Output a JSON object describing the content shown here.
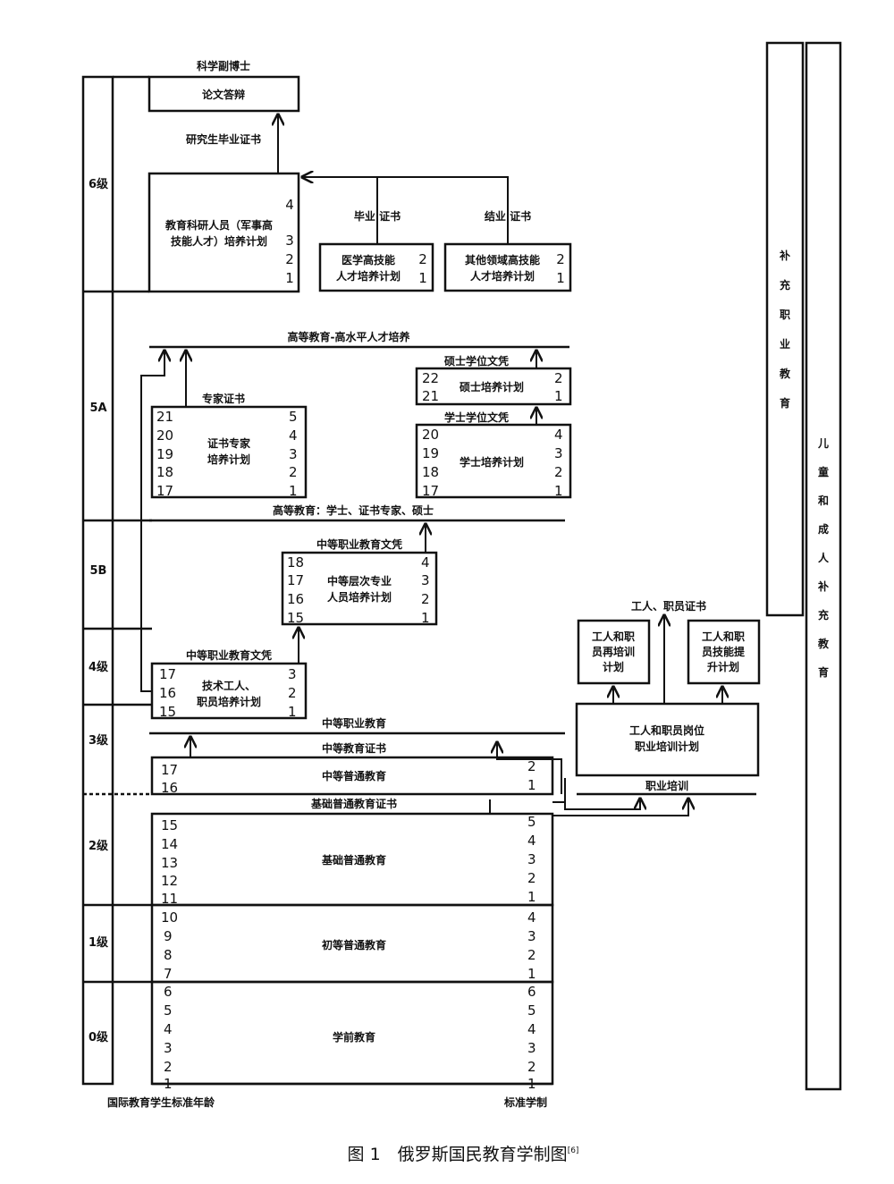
{
  "caption": "图 1　俄罗斯国民教育学制图",
  "caption_ref": "[6]",
  "levels": [
    "6级",
    "5A",
    "5B",
    "4级",
    "3级",
    "2级",
    "1级",
    "0级"
  ],
  "bottom_left_label": "国际教育学生标准年龄",
  "bottom_right_label": "标准学制",
  "side_supplementary_vocational": "补充职业教育",
  "side_child_adult": "儿童和成人补充教育",
  "level6": {
    "top_title": "科学副博士",
    "defense_box": "论文答辩",
    "grad_certificate": "研究生毕业证书",
    "research_box_line1": "教育科研人员（军事高",
    "research_box_line2": "技能人才）培养计划",
    "research_years": [
      "4",
      "3",
      "2",
      "1"
    ],
    "graduation_cert": "毕业 证书",
    "completion_cert": "结业 证书",
    "medical_line1": "医学高技能",
    "medical_line2": "人才培养计划",
    "medical_years": [
      "2",
      "1"
    ],
    "other_line1": "其他领域高技能",
    "other_line2": "人才培养计划",
    "other_years": [
      "2",
      "1"
    ]
  },
  "level5a": {
    "higher_top": "高等教育-高水平人才培养",
    "master_diploma": "硕士学位文凭",
    "master_box": "硕士培养计划",
    "master_ages": [
      "22",
      "21"
    ],
    "master_years": [
      "2",
      "1"
    ],
    "bachelor_diploma": "学士学位文凭",
    "bachelor_box": "学士培养计划",
    "bachelor_ages": [
      "20",
      "19",
      "18",
      "17"
    ],
    "bachelor_years": [
      "4",
      "3",
      "2",
      "1"
    ],
    "specialist_cert": "专家证书",
    "specialist_line1": "证书专家",
    "specialist_line2": "培养计划",
    "specialist_ages": [
      "21",
      "20",
      "19",
      "18",
      "17"
    ],
    "specialist_years": [
      "5",
      "4",
      "3",
      "2",
      "1"
    ],
    "higher_bottom": "高等教育：学士、证书专家、硕士"
  },
  "level5b": {
    "diploma": "中等职业教育文凭",
    "box_line1": "中等层次专业",
    "box_line2": "人员培养计划",
    "ages": [
      "18",
      "17",
      "16",
      "15"
    ],
    "years": [
      "4",
      "3",
      "2",
      "1"
    ]
  },
  "level4": {
    "diploma": "中等职业教育文凭",
    "box_line1": "技术工人、",
    "box_line2": "职员培养计划",
    "ages": [
      "17",
      "16",
      "15"
    ],
    "years": [
      "3",
      "2",
      "1"
    ]
  },
  "level3": {
    "sec_vocational": "中等职业教育",
    "sec_certificate": "中等教育证书",
    "box": "中等普通教育",
    "ages": [
      "17",
      "16"
    ],
    "years": [
      "2",
      "1"
    ]
  },
  "level2": {
    "basic_certificate": "基础普通教育证书",
    "box": "基础普通教育",
    "ages": [
      "15",
      "14",
      "13",
      "12",
      "11"
    ],
    "years": [
      "5",
      "4",
      "3",
      "2",
      "1"
    ]
  },
  "level1": {
    "box": "初等普通教育",
    "ages": [
      "10",
      "9",
      "8",
      "7"
    ],
    "years": [
      "4",
      "3",
      "2",
      "1"
    ]
  },
  "level0": {
    "box": "学前教育",
    "ages": [
      "6",
      "5",
      "4",
      "3",
      "2",
      "1"
    ],
    "years": [
      "6",
      "5",
      "4",
      "3",
      "2",
      "1"
    ]
  },
  "vocational_training": {
    "worker_cert": "工人、职员证书",
    "retrain_line1": "工人和职",
    "retrain_line2": "员再培训",
    "retrain_line3": "计划",
    "upskill_line1": "工人和职",
    "upskill_line2": "员技能提",
    "upskill_line3": "升计划",
    "post_line1": "工人和职员岗位",
    "post_line2": "职业培训计划",
    "training_label": "职业培训"
  }
}
